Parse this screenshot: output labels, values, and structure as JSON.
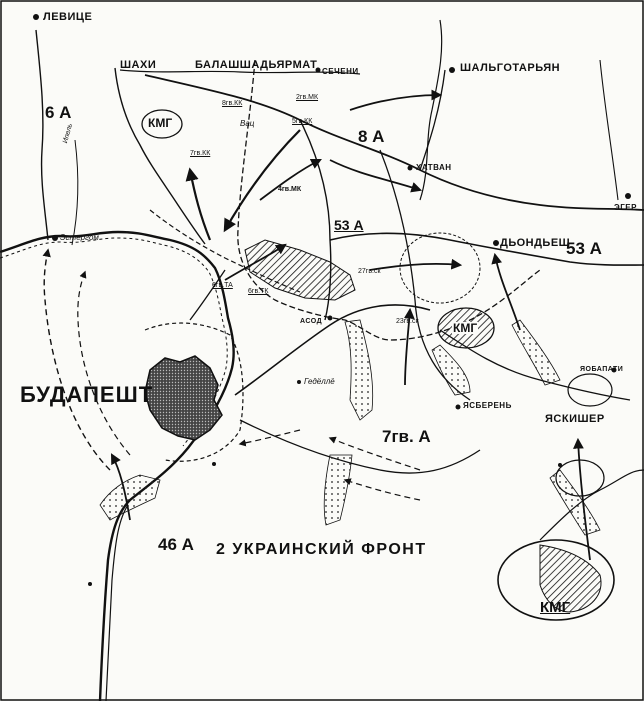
{
  "map": {
    "cities": {
      "levice": "ЛЕВИЦЕ",
      "shakhi": "ШАХИ",
      "balashshadyarmat": "БАЛАШШАДЬЯРМАТ",
      "shalgotaryan": "ШАЛЬГОТАРЬЯН",
      "secheni": "СЕЧЕНИ",
      "khatvan": "ХАТВАН",
      "dyondyosh": "ДЬОНДЬЕШ",
      "eger": "ЭГЕР",
      "yasbereni": "ЯСБЕРЕНЬ",
      "yaskisher": "ЯСКИШЕР",
      "budapest": "БУДАПЕШТ",
      "estergom": "Эстергом",
      "apati": "ЯОБАПАТИ",
      "asod": "АСОД",
      "vats": "Вац",
      "gegemashe": "Гедёллё",
      "ipoly": "Ипель"
    },
    "armies": {
      "a6": "6 А",
      "a8": "8 А",
      "a53_left": "53 А",
      "a53_right": "53 А",
      "gv7": "7гв. А",
      "a46": "46 А"
    },
    "front_label": "2 УКРАИНСКИЙ ФРОНТ",
    "kmg_labels": {
      "kmg_nw": "КМГ",
      "kmg_center": "КМГ",
      "kmg_south": "КМГ"
    },
    "units": [
      "6гв.ТК",
      "4гв.МК",
      "2гв.МК",
      "8гв.КК",
      "5гв.КК",
      "7гв.КК",
      "6гв.ТА",
      "27гв.ск",
      "23гв.ск"
    ],
    "colors": {
      "ink": "#111111",
      "paper": "#fbfbf8"
    }
  }
}
